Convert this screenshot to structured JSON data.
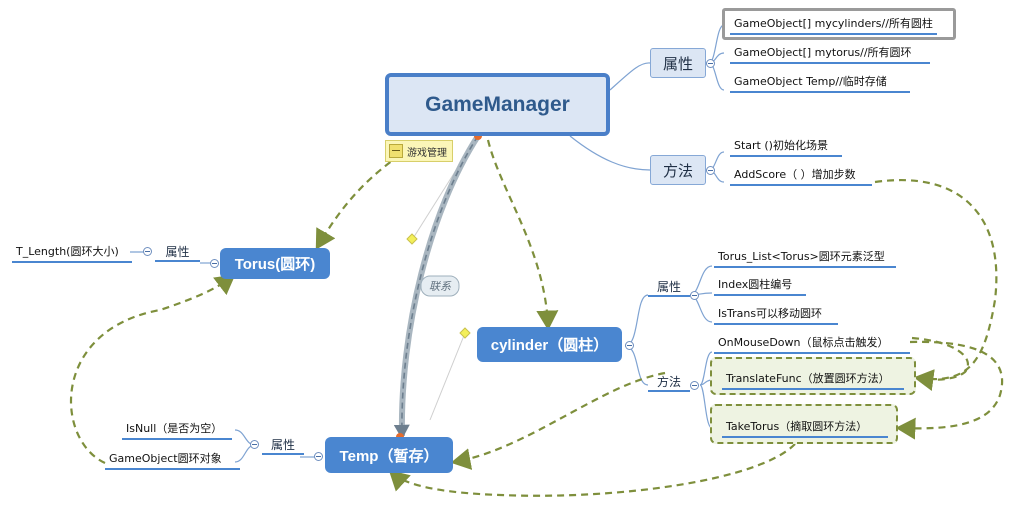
{
  "root": {
    "label": "GameManager",
    "note": "游戏管理"
  },
  "branches": {
    "attr_right": {
      "label": "属性"
    },
    "method_right": {
      "label": "方法"
    },
    "torus": {
      "label": "Torus(圆环)",
      "attr_label": "属性"
    },
    "cylinder": {
      "label": "cylinder（圆柱）",
      "attr_label": "属性",
      "method_label": "方法"
    },
    "temp": {
      "label": "Temp（暂存）",
      "attr_label": "属性"
    },
    "link_label": "联系"
  },
  "leaves": {
    "attr_right": [
      "GameObject[] mycylinders//所有圆柱",
      "GameObject[] mytorus//所有圆环",
      "GameObject Temp//临时存储"
    ],
    "method_right": [
      "Start ()初始化场景",
      "AddScore（ ）增加步数"
    ],
    "torus_attr": [
      "T_Length(圆环大小)"
    ],
    "cylinder_attr": [
      "Torus_List<Torus>圆环元素泛型",
      "Index圆柱编号",
      "IsTrans可以移动圆环"
    ],
    "cylinder_method": [
      "OnMouseDown（鼠标点击触发）",
      "TranslateFunc（放置圆环方法）",
      "TakeTorus（摘取圆环方法）"
    ],
    "temp_attr": [
      "IsNull（是否为空）",
      "GameObject圆环对象"
    ]
  },
  "colors": {
    "blue": "#4a86d0",
    "olive": "#7e8f3c",
    "grey": "#9a9a9a"
  }
}
